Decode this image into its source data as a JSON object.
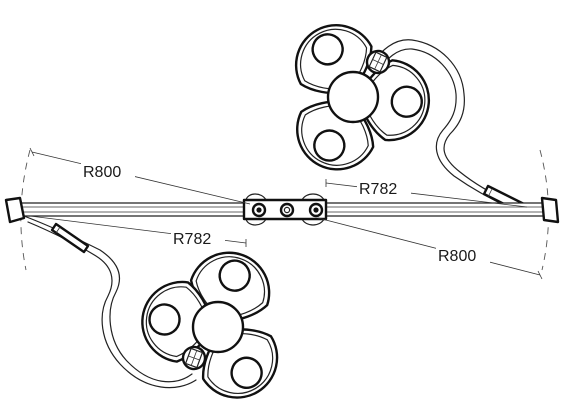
{
  "drawing": {
    "dimensions": {
      "upper_left": "R800",
      "upper_right": "R782",
      "lower_left": "R782",
      "lower_right": "R800"
    }
  }
}
